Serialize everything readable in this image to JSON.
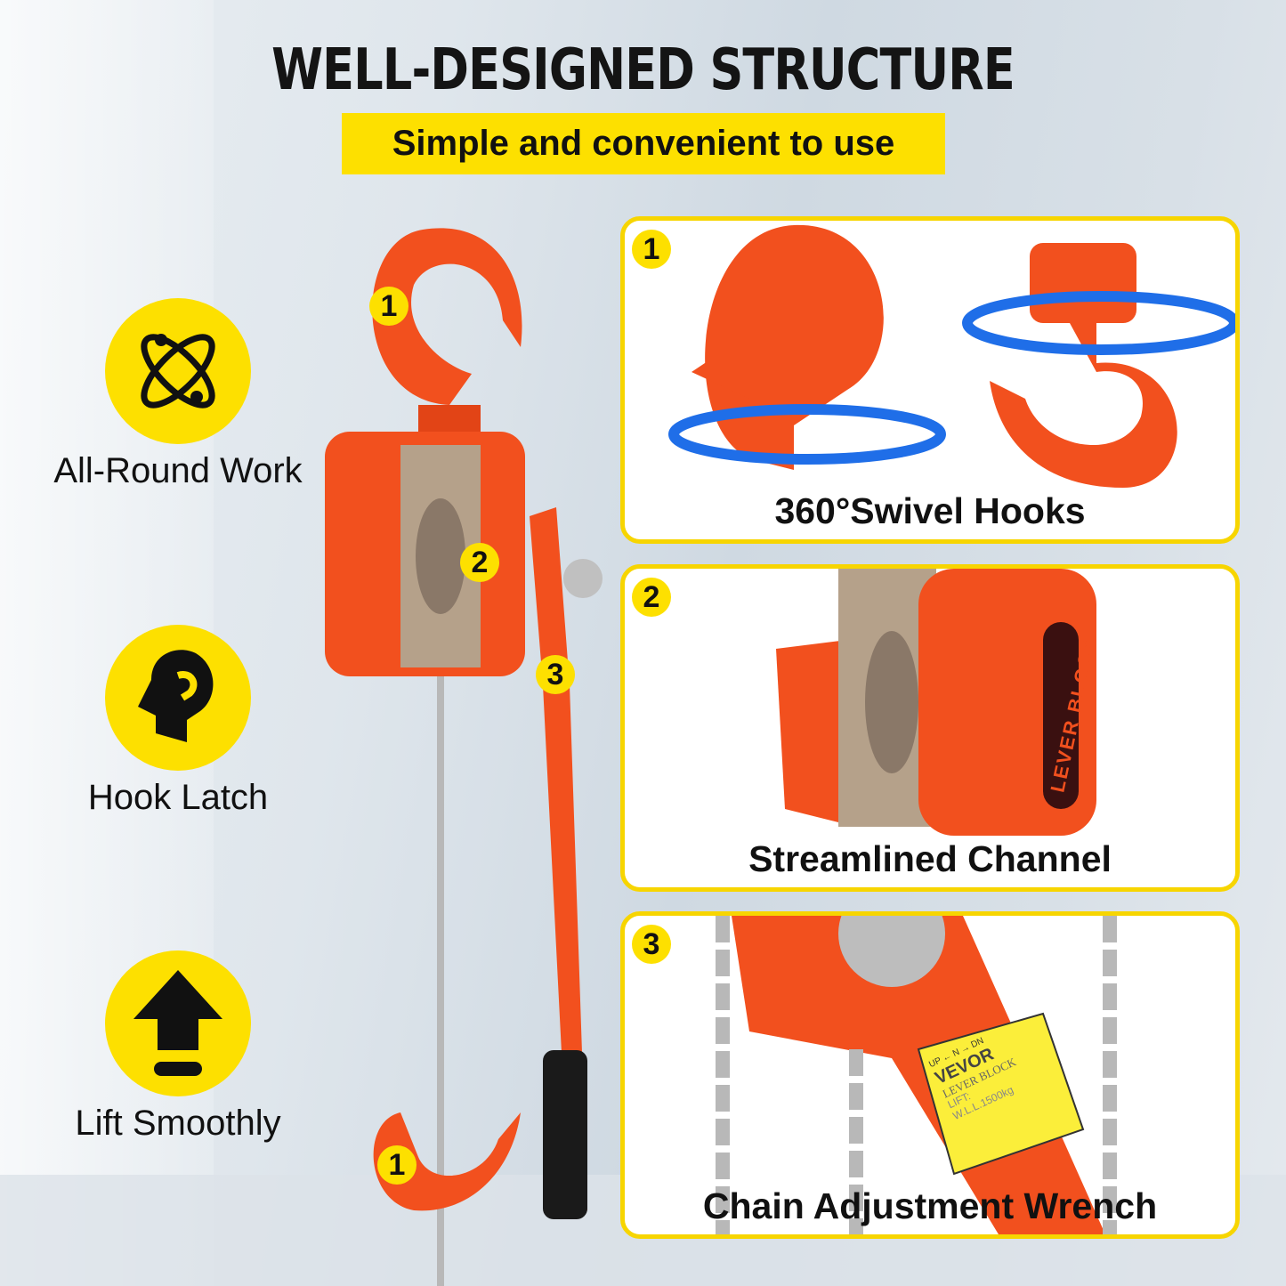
{
  "header": {
    "title": "WELL-DESIGNED STRUCTURE",
    "subtitle": "Simple and convenient to use"
  },
  "features": [
    {
      "label": "All-Round Work",
      "icon": "atom-icon"
    },
    {
      "label": "Hook Latch",
      "icon": "hook-head-icon"
    },
    {
      "label": "Lift Smoothly",
      "icon": "up-arrow-icon"
    }
  ],
  "hoist_markers": [
    "1",
    "2",
    "3",
    "1"
  ],
  "panels": [
    {
      "number": "1",
      "caption": "360°Swivel Hooks"
    },
    {
      "number": "2",
      "caption": "Streamlined Channel",
      "body_text": "LEVER BLOCK"
    },
    {
      "number": "3",
      "caption": "Chain Adjustment Wrench",
      "label": {
        "brand": "VEVOR",
        "up": "UP",
        "n": "N",
        "dn": "DN",
        "product": "LEVER BLOCK",
        "lift": "LIFT:",
        "wll": "W.L.L.1500kg"
      }
    }
  ],
  "colors": {
    "accent": "#fde000",
    "hoist": "#f2501e",
    "arrow": "#1f6ee8"
  }
}
